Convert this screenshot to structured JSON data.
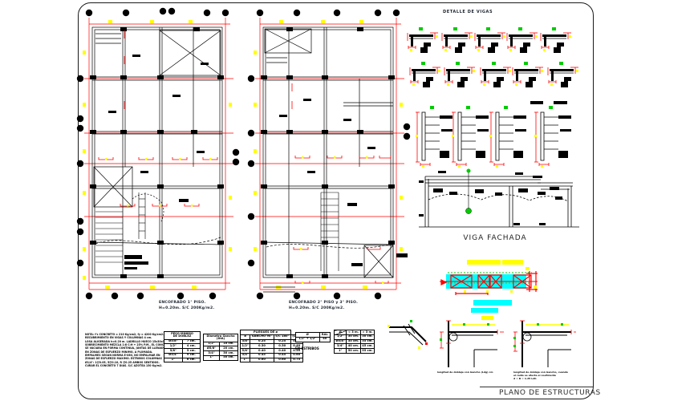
{
  "sheet": {
    "title": "PLANO DE ESTRUCTURAS"
  },
  "plan1": {
    "title": "ENCOFRADO 1° PISO.",
    "subtitle": "H=0.20m. S/C 200Kg/m2."
  },
  "plan2": {
    "title": "ENCOFRADO 2° PISO y 3° PISO.",
    "subtitle": "H=0.20m. S/C 200Kg/m2."
  },
  "beam_details": {
    "title": "DETALLE DE VIGAS"
  },
  "viga_fachada": {
    "label": "VIGA FACHADA"
  },
  "notes": {
    "lines": [
      "NOTA: f'c CONCRETO = 210 Kg/cm2, fy = 4200 Kg/cm2.",
      "RECUBRIMIENTO EN VIGAS Y COLUMNAS 4 cm.",
      "LOSA ALIGERADA h=0.20 m. LADRILLO HUECO 15x30x30,",
      "SOBRECIMIENTO MEZCLA 1:8 C:H + 25% P.M., EL CONCRETO",
      "SE VACIARA EN FORMA CONTINUA, JUNTAS DE LLENADO",
      "EN ZONAS DE ESFUERZO MINIMO, A PLOMADA.",
      "EMPALMES SEGUN NORMA E-060, NO EMPALMAR EN",
      "ZONAS DE ESFUERZO MAXIMO. ESTRIBOS COLUMNAS",
      "Ø1/4\": 1@0.05, 5@0.10, R @0.25 AMBOS SENTIDOS.",
      "CURAR EL CONCRETO 7 DIAS. S/C AZOTEA 150 Kg/m2."
    ]
  },
  "doblez_table": {
    "header1": "PESO MINIMO",
    "header2": "DE DOBLEZ",
    "rows": [
      [
        "Ø3/8\"",
        "7 cm."
      ],
      [
        "1/2\"",
        "4 cm."
      ],
      [
        "5/8\"",
        "5 cm."
      ],
      [
        "Ø3/4\"",
        "9 cm."
      ],
      [
        "1\"",
        "6 cm."
      ]
    ]
  },
  "gancho_table": {
    "header": "Diametro Gancho (DIA)",
    "rows": [
      [
        "1/2\"",
        "10 cm."
      ],
      [
        "Ø5/8\"",
        "20 cm."
      ],
      [
        "3/4\"",
        "30 cm."
      ],
      [
        "1\"",
        "50 cm."
      ]
    ]
  },
  "pliegues_table": {
    "title": "PLIEGUES DE ø",
    "rows": [
      [
        "ø",
        "GANCHO 90°",
        "S/C 180°",
        "(Ldh)"
      ],
      [
        "3/8\"",
        "0.25",
        "0.25",
        "0.30"
      ],
      [
        "1/2\"",
        "0.30",
        "0.30",
        "0.40"
      ],
      [
        "5/8\"",
        "0.40",
        "0.40",
        "0.50"
      ],
      [
        "3/4\"",
        "0.45",
        "0.45",
        "0.60"
      ],
      [
        "1\"",
        "0.60",
        "0.60",
        "0.75"
      ]
    ]
  },
  "estribos_table": {
    "rows": [
      [
        "Ø",
        "RAL"
      ],
      [
        "1/2\" + 1/2\"",
        "40"
      ]
    ],
    "caption": "EN ESTRIBOS"
  },
  "empalme_table": {
    "rows": [
      [
        "Ø",
        "< 3 m.",
        "> 3 m."
      ],
      [
        "1/2\"",
        "30 cm.",
        "30 cm."
      ],
      [
        "Ø5/8\"",
        "35 cm.",
        "35 cm."
      ],
      [
        "3/4\"",
        "40 cm.",
        "45 cm."
      ],
      [
        "1\"",
        "50 cm.",
        "55 cm."
      ]
    ]
  },
  "corner_details": {
    "caption_b": "longitud de doblaje con Gancho (Ldg) cm",
    "caption_c1": "longitud de doblaje con Gancho, cuando",
    "caption_c2": "el radio se afecta el coeficiente",
    "caption_c3": "d = D = 1.25 Ldh"
  },
  "colors": {
    "grid_red": "#ff0000",
    "highlight_yellow": "#ffff00",
    "band_cyan": "#00ffff",
    "marker_green": "#00cc00",
    "line_black": "#000000"
  }
}
